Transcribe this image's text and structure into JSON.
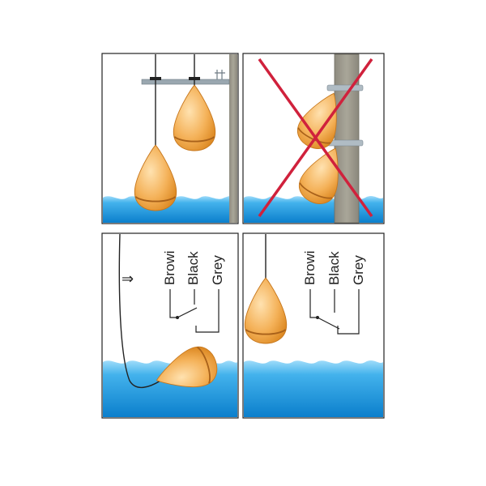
{
  "colors": {
    "water_light": "#bfe6fb",
    "water_mid": "#4db5ec",
    "water_dark": "#0b82cf",
    "float_light": "#ffd79a",
    "float_dark": "#e8942a",
    "float_band": "#c8781c",
    "wall": "#9d9a8f",
    "bracket": "#9aa7b0",
    "cross": "#d0213c",
    "frame": "#222222"
  },
  "panels": [
    {
      "id": "correct-mounting",
      "note": "floats hang freely from bracket"
    },
    {
      "id": "incorrect-mounting",
      "note": "floats strapped to pipe"
    },
    {
      "id": "float-up-state"
    },
    {
      "id": "float-down-state"
    }
  ],
  "wiring": {
    "arrow_glyph": "⇒",
    "labels": [
      "Browi",
      "Black",
      "Grey"
    ]
  }
}
